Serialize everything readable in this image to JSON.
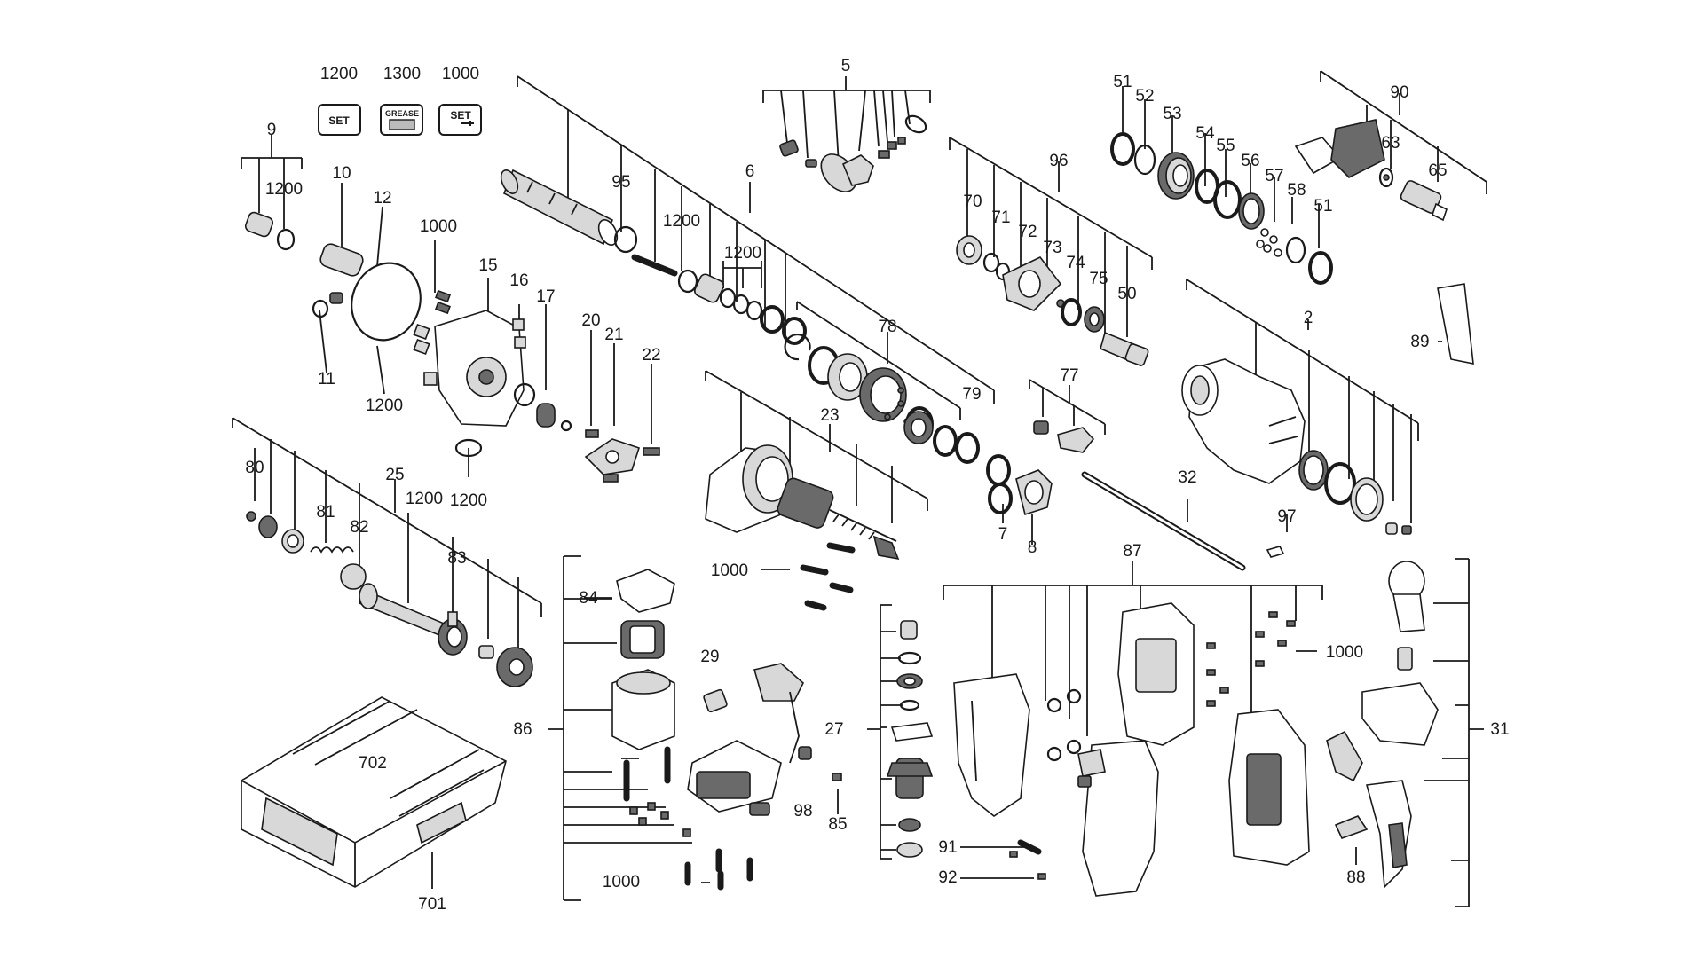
{
  "kit_icons": [
    {
      "number": "1200",
      "label": "SET"
    },
    {
      "number": "1300",
      "label": "GREASE"
    },
    {
      "number": "1000",
      "label": "SET"
    }
  ],
  "part_numbers": {
    "p5": "5",
    "p9": "9",
    "p1200a": "1200",
    "p10": "10",
    "p12": "12",
    "p1000a": "1000",
    "p15": "15",
    "p16": "16",
    "p17": "17",
    "p11": "11",
    "p1200b": "1200",
    "p1200c": "1200",
    "p95": "95",
    "p1200d": "1200",
    "p6": "6",
    "p1200e": "1200",
    "p20": "20",
    "p21": "21",
    "p22": "22",
    "p78": "78",
    "p79": "79",
    "p23": "23",
    "p70": "70",
    "p71": "71",
    "p72": "72",
    "p73": "73",
    "p74": "74",
    "p75": "75",
    "p96": "96",
    "p50": "50",
    "p51a": "51",
    "p52": "52",
    "p53": "53",
    "p54": "54",
    "p55": "55",
    "p56": "56",
    "p57": "57",
    "p58": "58",
    "p51b": "51",
    "p90": "90",
    "p63": "63",
    "p65": "65",
    "p89": "89",
    "p2": "2",
    "p77": "77",
    "p32": "32",
    "p7": "7",
    "p8": "8",
    "p97": "97",
    "p80": "80",
    "p25": "25",
    "p81": "81",
    "p82": "82",
    "p83": "83",
    "p1200f": "1200",
    "p1000b": "1000",
    "p84": "84",
    "p29": "29",
    "p86": "86",
    "p98": "98",
    "p1000c": "1000",
    "p27": "27",
    "p85": "85",
    "p87": "87",
    "p1000d": "1000",
    "p91": "91",
    "p92": "92",
    "p31": "31",
    "p88": "88",
    "p702": "702",
    "p701": "701"
  }
}
